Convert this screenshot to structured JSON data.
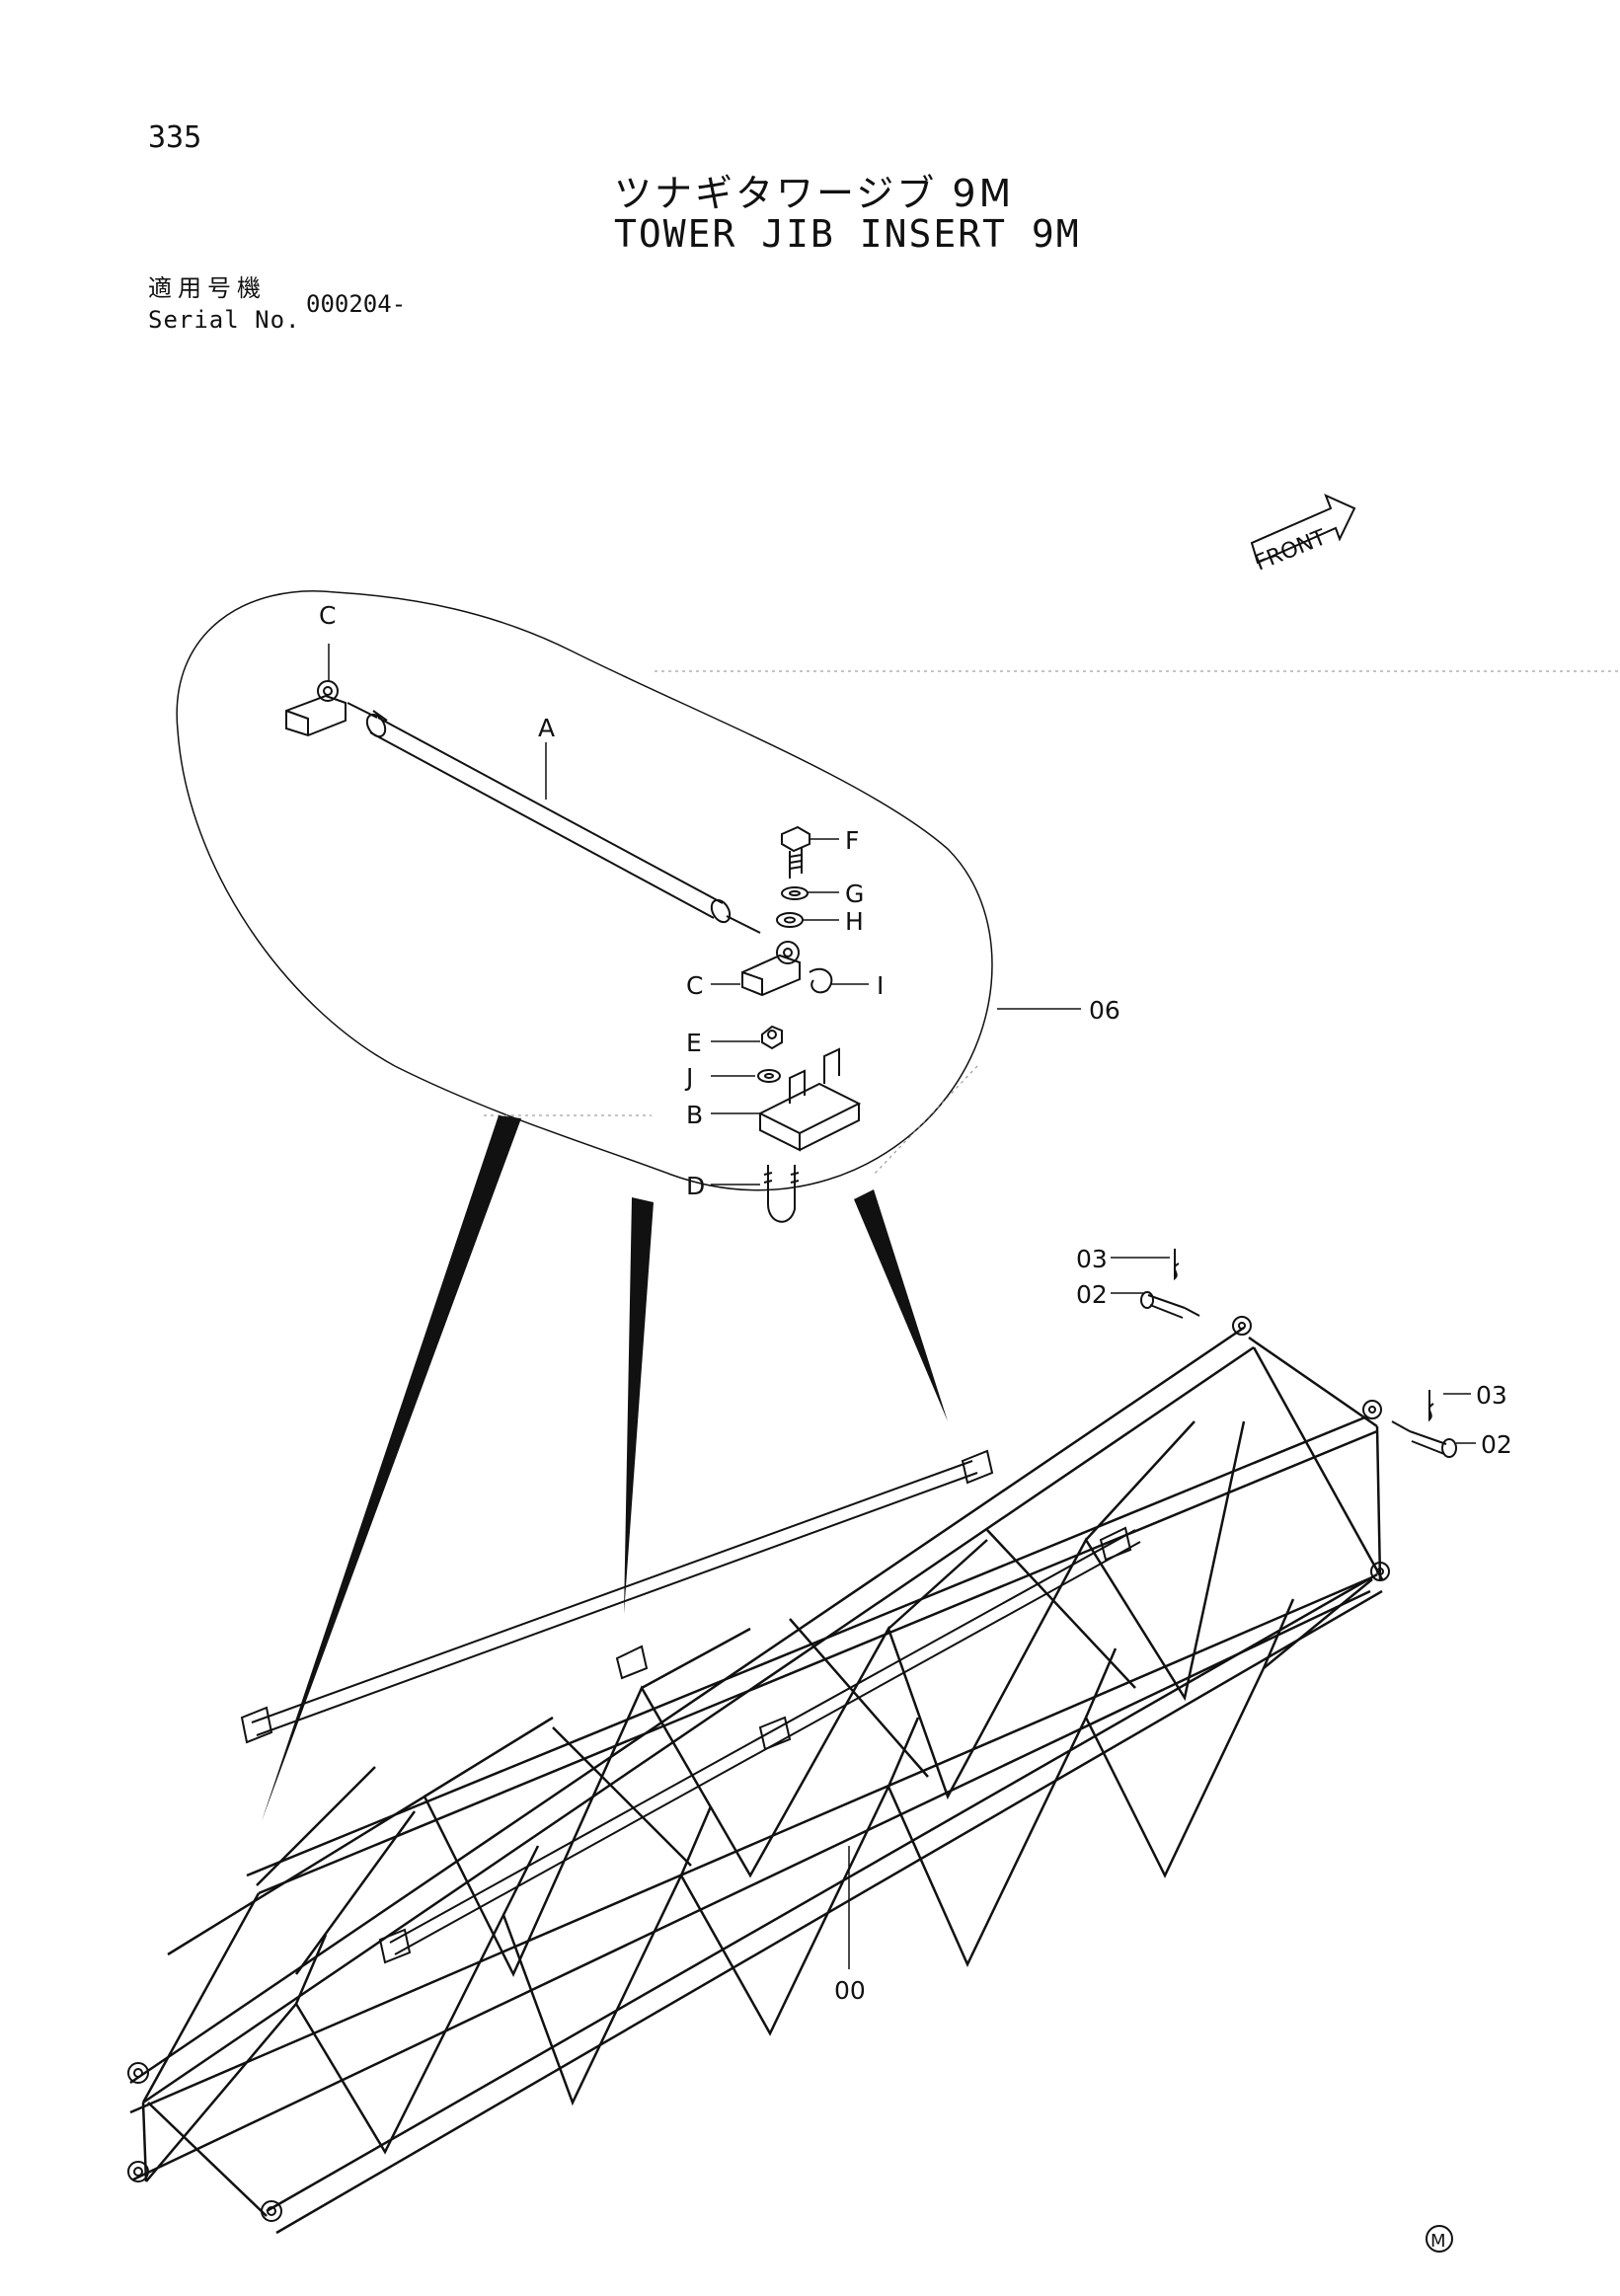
{
  "page_number": "335",
  "title_jp": "ツナギタワージブ 9M",
  "title_en": "TOWER JIB INSERT 9M",
  "serial": {
    "label_jp": "適用号機",
    "label_en": "Serial No.",
    "value": "000204-"
  },
  "front_label": "FRONT",
  "corner_mark": "M",
  "callouts": {
    "A": "A",
    "B": "B",
    "C": "C",
    "D": "D",
    "E": "E",
    "F": "F",
    "G": "G",
    "H": "H",
    "I": "I",
    "J": "J",
    "p00": "00",
    "p02": "02",
    "p03": "03",
    "p06": "06"
  }
}
